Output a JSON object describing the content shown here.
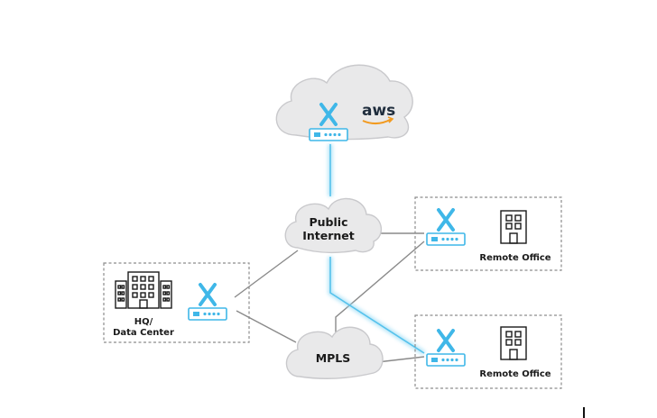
{
  "colors": {
    "accent": "#3fb7e8",
    "accent_dark": "#1e9fd6",
    "link": "#8a8a8a",
    "cloud_fill": "#e9e9ea",
    "cloud_stroke": "#c9c9cc",
    "aws_arrow": "#f29a1f",
    "box_stroke": "#8c8c8c",
    "text": "#1a1a1a"
  },
  "nodes": {
    "aws_cloud": {
      "logo": "aws"
    },
    "public_internet": {
      "label_line1": "Public",
      "label_line2": "Internet"
    },
    "mpls": {
      "label": "MPLS"
    },
    "hq": {
      "label_line1": "HQ/",
      "label_line2": "Data Center"
    },
    "remote_office_1": {
      "label": "Remote Office"
    },
    "remote_office_2": {
      "label": "Remote Office"
    }
  },
  "icons": {
    "edge_device": "x-router-icon",
    "building": "building-icon",
    "office": "office-icon"
  }
}
